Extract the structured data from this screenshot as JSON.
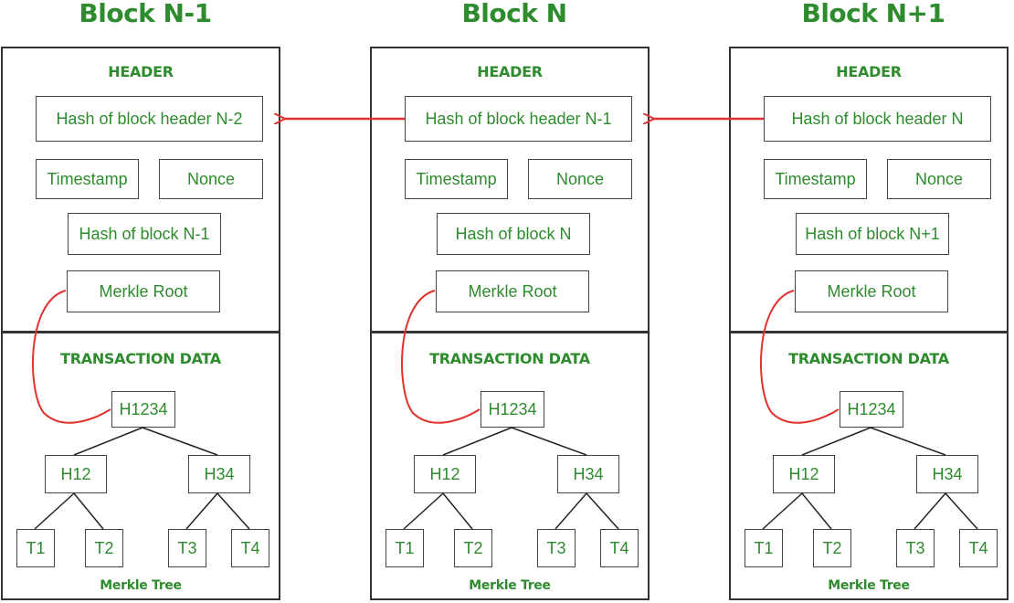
{
  "colors": {
    "text": "#2e8b2e",
    "link": "#e0322e",
    "border": "#333333"
  },
  "blocks": [
    {
      "title": "Block N-1",
      "header_label": "HEADER",
      "prev_hash": "Hash of block header N-2",
      "timestamp": "Timestamp",
      "nonce": "Nonce",
      "block_hash": "Hash of block N-1",
      "merkle_root": "Merkle Root",
      "tx_label": "TRANSACTION DATA",
      "tree": {
        "root": "H1234",
        "left": "H12",
        "right": "H34",
        "leaves": [
          "T1",
          "T2",
          "T3",
          "T4"
        ]
      },
      "caption": "Merkle Tree"
    },
    {
      "title": "Block N",
      "header_label": "HEADER",
      "prev_hash": "Hash of block header N-1",
      "timestamp": "Timestamp",
      "nonce": "Nonce",
      "block_hash": "Hash of block N",
      "merkle_root": "Merkle Root",
      "tx_label": "TRANSACTION DATA",
      "tree": {
        "root": "H1234",
        "left": "H12",
        "right": "H34",
        "leaves": [
          "T1",
          "T2",
          "T3",
          "T4"
        ]
      },
      "caption": "Merkle Tree"
    },
    {
      "title": "Block N+1",
      "header_label": "HEADER",
      "prev_hash": "Hash of block header N",
      "timestamp": "Timestamp",
      "nonce": "Nonce",
      "block_hash": "Hash of block N+1",
      "merkle_root": "Merkle Root",
      "tx_label": "TRANSACTION DATA",
      "tree": {
        "root": "H1234",
        "left": "H12",
        "right": "H34",
        "leaves": [
          "T1",
          "T2",
          "T3",
          "T4"
        ]
      },
      "caption": "Merkle Tree"
    }
  ]
}
